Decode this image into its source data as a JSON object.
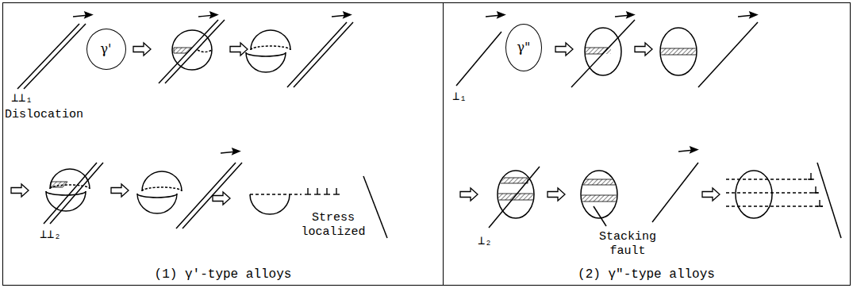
{
  "diagram": {
    "nodes": [
      {
        "text": [
          "(1) γ'-type alloys"
        ]
      },
      {
        "text": [
          "γ'"
        ],
        "in": 0
      },
      {
        "text": [
          "(2) γ\"-type alloys"
        ]
      },
      {
        "text": [
          "γ\""
        ],
        "in": 2
      }
    ],
    "labels": [
      "⊥⊥₁",
      "Dislocation",
      "⊥⊥₂",
      "Stress localized",
      "⊥₁",
      "⊥₂",
      "Stacking fault"
    ]
  }
}
